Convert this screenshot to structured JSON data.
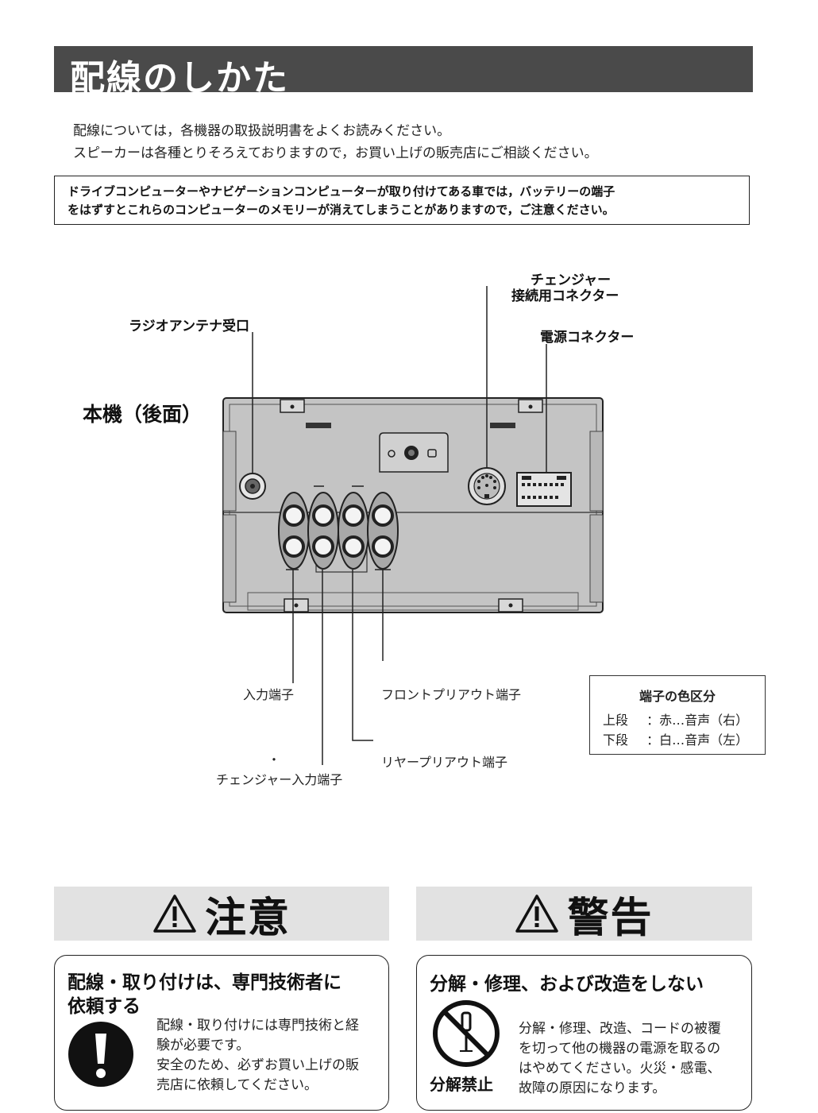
{
  "title": "配線のしかた",
  "intro": [
    "配線については，各機器の取扱説明書をよくお読みください。",
    "スピーカーは各種とりそろえておりますので，お買い上げの販売店にご相談ください。"
  ],
  "notice": [
    "ドライブコンピューターやナビゲーションコンピューターが取り付けてある車では，バッテリーの端子",
    "をはずすとこれらのコンピューターのメモリーが消えてしまうことがありますので，ご注意ください。"
  ],
  "diagram": {
    "unit_label": "本機（後面）",
    "radio_antenna": "ラジオアンテナ受口",
    "changer_connector_line1": "チェンジャー",
    "changer_connector_line2": "接続用コネクター",
    "power_connector": "電源コネクター",
    "input_terminal": "入力端子",
    "front_preout": "フロントプリアウト端子",
    "rear_preout": "リヤープリアウト端子",
    "dot": "・",
    "changer_input": "チェンジャー入力端子"
  },
  "color_legend": {
    "title": "端子の色区分",
    "upper_label": "上段",
    "upper_value": "：赤…音声（右）",
    "lower_label": "下段",
    "lower_value": "：白…音声（左）"
  },
  "caution": {
    "banner": "注意",
    "heading_line1": "配線・取り付けは、専門技術者に",
    "heading_line2": "依頼する",
    "body": [
      "配線・取り付けには専門技術と経",
      "験が必要です。",
      "安全のため、必ずお買い上げの販",
      "売店に依頼してください。"
    ]
  },
  "warning": {
    "banner": "警告",
    "heading": "分解・修理、および改造をしない",
    "prohibit_label": "分解禁止",
    "body": [
      "分解・修理、改造、コードの被覆",
      "を切って他の機器の電源を取るの",
      "はやめてください。火災・感電、",
      "故障の原因になります。"
    ]
  },
  "colors": {
    "title_bar": "#4a4a4a",
    "unit_body": "#c4c4c4",
    "banner_bg": "#e2e2e2"
  }
}
